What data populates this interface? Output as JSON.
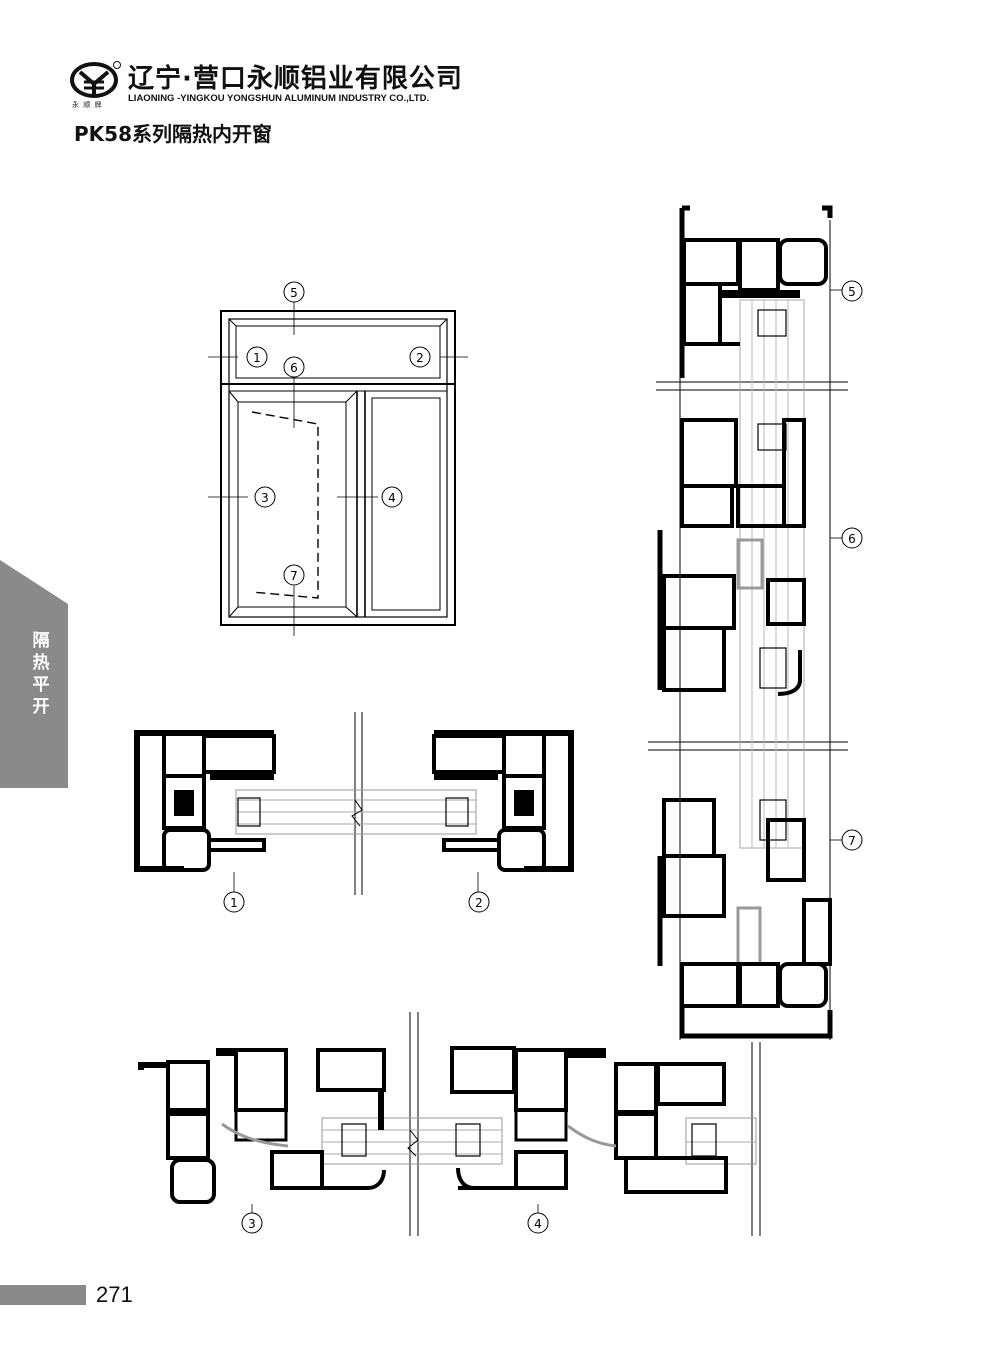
{
  "header": {
    "brand_small": "永 顺 牌",
    "company_cn": "辽宁·营口永顺铝业有限公司",
    "company_en": "LIAONING -YINGKOU YONGSHUN ALUMINUM INDUSTRY CO.,LTD.",
    "product_title": "PK58系列隔热内开窗"
  },
  "side_tab": {
    "text": "隔热平开"
  },
  "elevation_markers": [
    "5",
    "1",
    "2",
    "6",
    "3",
    "4",
    "7"
  ],
  "section_labels": {
    "horizontal_top_left": "1",
    "horizontal_top_right": "2",
    "horizontal_bottom_left": "3",
    "horizontal_bottom_right": "4",
    "vertical_5": "5",
    "vertical_6": "6",
    "vertical_7": "7"
  },
  "footer": {
    "page_number": "271"
  },
  "colors": {
    "profile": "#000000",
    "glazing": "#aaaaaa",
    "tab": "#8a8a8a"
  }
}
